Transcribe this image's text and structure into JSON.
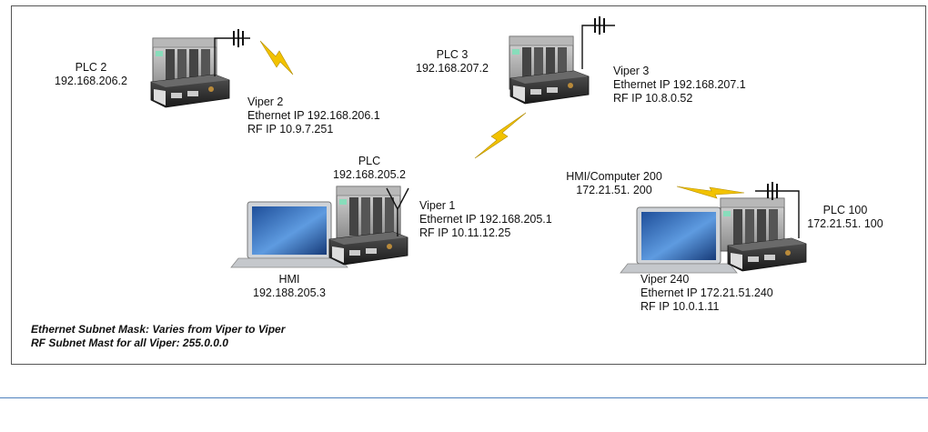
{
  "plc2": {
    "name": "PLC 2",
    "ip": "192.168.206.2"
  },
  "viper2": {
    "name": "Viper 2",
    "eth": "Ethernet IP 192.168.206.1",
    "rf": "RF IP 10.9.7.251"
  },
  "plc3": {
    "name": "PLC 3",
    "ip": "192.168.207.2"
  },
  "viper3": {
    "name": "Viper 3",
    "eth": "Ethernet IP 192.168.207.1",
    "rf": "RF IP 10.8.0.52"
  },
  "plc": {
    "name": "PLC",
    "ip": "192.168.205.2"
  },
  "viper1": {
    "name": "Viper 1",
    "eth": "Ethernet IP 192.168.205.1",
    "rf": "RF IP 10.11.12.25"
  },
  "hmi": {
    "name": "HMI",
    "ip": "192.188.205.3"
  },
  "hmi200": {
    "name": "HMI/Computer 200",
    "ip": "172.21.51. 200"
  },
  "plc100": {
    "name": "PLC 100",
    "ip": "172.21.51. 100"
  },
  "viper240": {
    "name": "Viper 240",
    "eth": "Ethernet IP 172.21.51.240",
    "rf": "RF IP 10.0.1.11"
  },
  "notes": {
    "line1": "Ethernet Subnet Mask: Varies from Viper to Viper",
    "line2": "RF Subnet Mast for all Viper: 255.0.0.0"
  },
  "colors": {
    "lightning": "#f2c200",
    "border": "#555555",
    "rule": "#4f81bd"
  }
}
